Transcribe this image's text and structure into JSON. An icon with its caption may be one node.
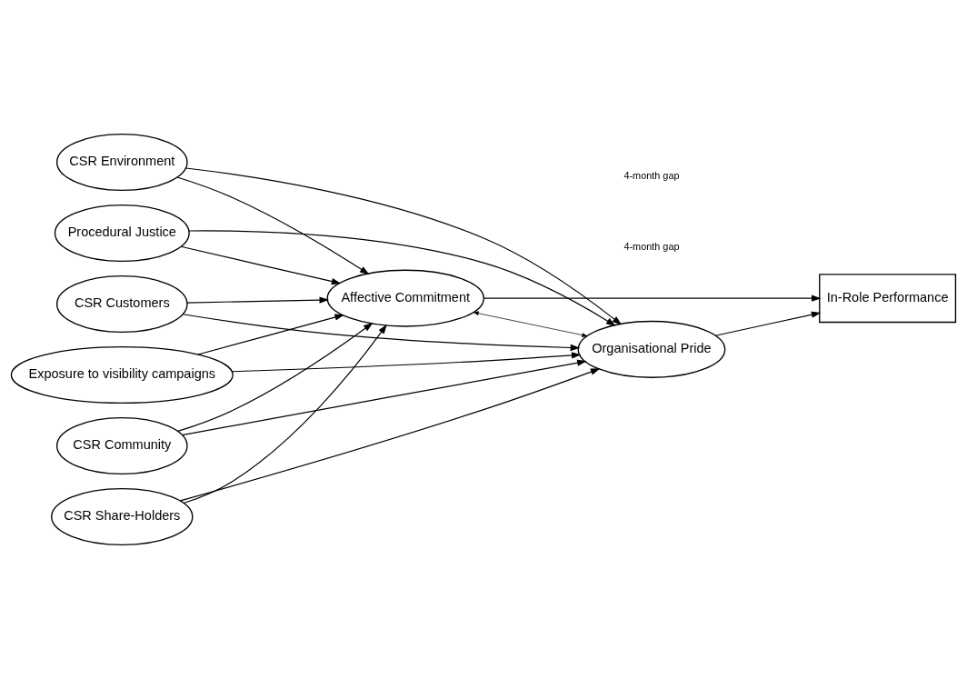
{
  "diagram": {
    "nodes": [
      {
        "text": [
          "Procedural Justice"
        ]
      },
      {
        "text": [
          "CSR Customers"
        ]
      },
      {
        "text": [
          "CSR Community"
        ]
      },
      {
        "text": [
          "CSR Share-Holders"
        ]
      },
      {
        "text": [
          "CSR Environment"
        ]
      },
      {
        "text": [
          "Exposure to visibility campaigns"
        ]
      },
      {
        "text": [
          "Affective Commitment"
        ]
      },
      {
        "text": [
          "Organisational Pride"
        ]
      },
      {
        "text": [
          "In-Role Performance"
        ]
      }
    ],
    "edges": [
      {
        "from": 0,
        "to": 6,
        "arrow": "to"
      },
      {
        "from": 0,
        "to": 7,
        "arrow": "to"
      },
      {
        "from": 1,
        "to": 6,
        "arrow": "to"
      },
      {
        "from": 1,
        "to": 7,
        "arrow": "to"
      },
      {
        "from": 2,
        "to": 6,
        "arrow": "to"
      },
      {
        "from": 2,
        "to": 7,
        "arrow": "to"
      },
      {
        "from": 3,
        "to": 6,
        "arrow": "to"
      },
      {
        "from": 3,
        "to": 7,
        "arrow": "to"
      },
      {
        "from": 4,
        "to": 6,
        "arrow": "to"
      },
      {
        "from": 4,
        "to": 7,
        "arrow": "to"
      },
      {
        "from": 5,
        "to": 6,
        "arrow": "to"
      },
      {
        "from": 5,
        "to": 7,
        "arrow": "to"
      },
      {
        "from": 6,
        "to": 7,
        "arrow": "both"
      },
      {
        "from": 6,
        "to": 8,
        "arrow": "to"
      },
      {
        "from": 7,
        "to": 8,
        "arrow": "to"
      }
    ],
    "labels": [
      "4-month gap",
      "4-month gap"
    ]
  }
}
